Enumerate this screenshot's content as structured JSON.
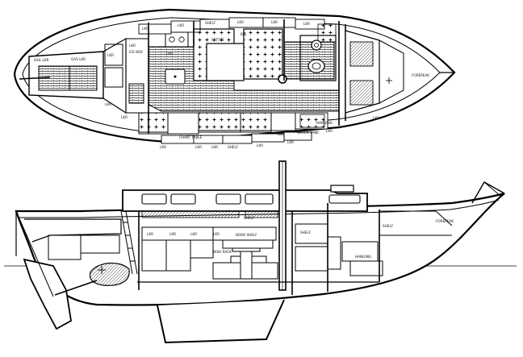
{
  "plan_labels": {
    "settee": "SETTEE",
    "lkr_top_1": "LKR",
    "lkr_top_2": "LKR",
    "shelf_top": "SHELF",
    "lkr_top_3": "LKR",
    "lkr_top_4": "LKR",
    "lkr_top_5": "LKR",
    "bin": "BIN",
    "lkr_ice": "LKR",
    "ice_box": "ICE BOX",
    "lkr_galley": "LKR",
    "gas_lkr": "GAS LKR",
    "sail_lkr": "SAIL LKR",
    "lkr_cockpit": "LKR",
    "lkr_aft_1": "LKR",
    "lkr_aft_2": "LKR",
    "chart_table": "CHART TABLE",
    "lkr_bot_1": "LKR",
    "lkr_bot_2": "LKR",
    "lkr_bot_3": "LKR",
    "shelf_bot": "SHELF",
    "lkr_bot_4": "LKR",
    "lkr_bot_5": "LKR",
    "bin_bot": "BIN",
    "water_tank": "WATER TANK",
    "hanging": "HANGING",
    "lkr_fwd": "LKR",
    "lkr_fwd_2": "LKR",
    "forepeak_plan": "FOREPEAK"
  },
  "profile_labels": {
    "lkr_p1": "LKR",
    "lkr_p2": "LKR",
    "lkr_p3": "LKR",
    "lkr_p4": "LKR",
    "shelf_p": "SHELF",
    "book_shelf": "BOOK SHELF",
    "dish_rack": "DISH RACK",
    "shelf_p2": "SHELF",
    "forepeak_prof": "FOREPEAK",
    "shelf_fwd": "SHELF",
    "hanging_prof": "HANGING"
  }
}
